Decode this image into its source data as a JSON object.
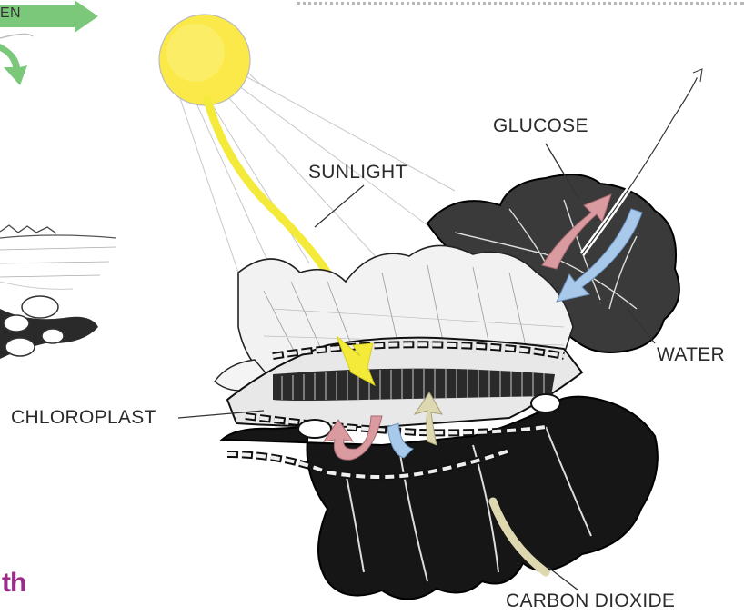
{
  "labels": {
    "glucose": "GLUCOSE",
    "sunlight": "SUNLIGHT",
    "water": "WATER",
    "chloroplast": "CHLOROPLAST",
    "carbon_dioxide": "CARBON DIOXIDE",
    "oxygen_partial": "EN",
    "bottom_left_partial": "th"
  },
  "colors": {
    "sun": "#fbe94a",
    "sunlight_arrow": "#f3ea3a",
    "glucose_arrow": "#d99aa0",
    "water_arrow": "#a9c9ea",
    "co2_arrow": "#ddd8b0",
    "oxygen_arrow": "#7bc87b",
    "heading_partial": "#9b2a8a",
    "leaf_dark": "#1a1a1a"
  }
}
